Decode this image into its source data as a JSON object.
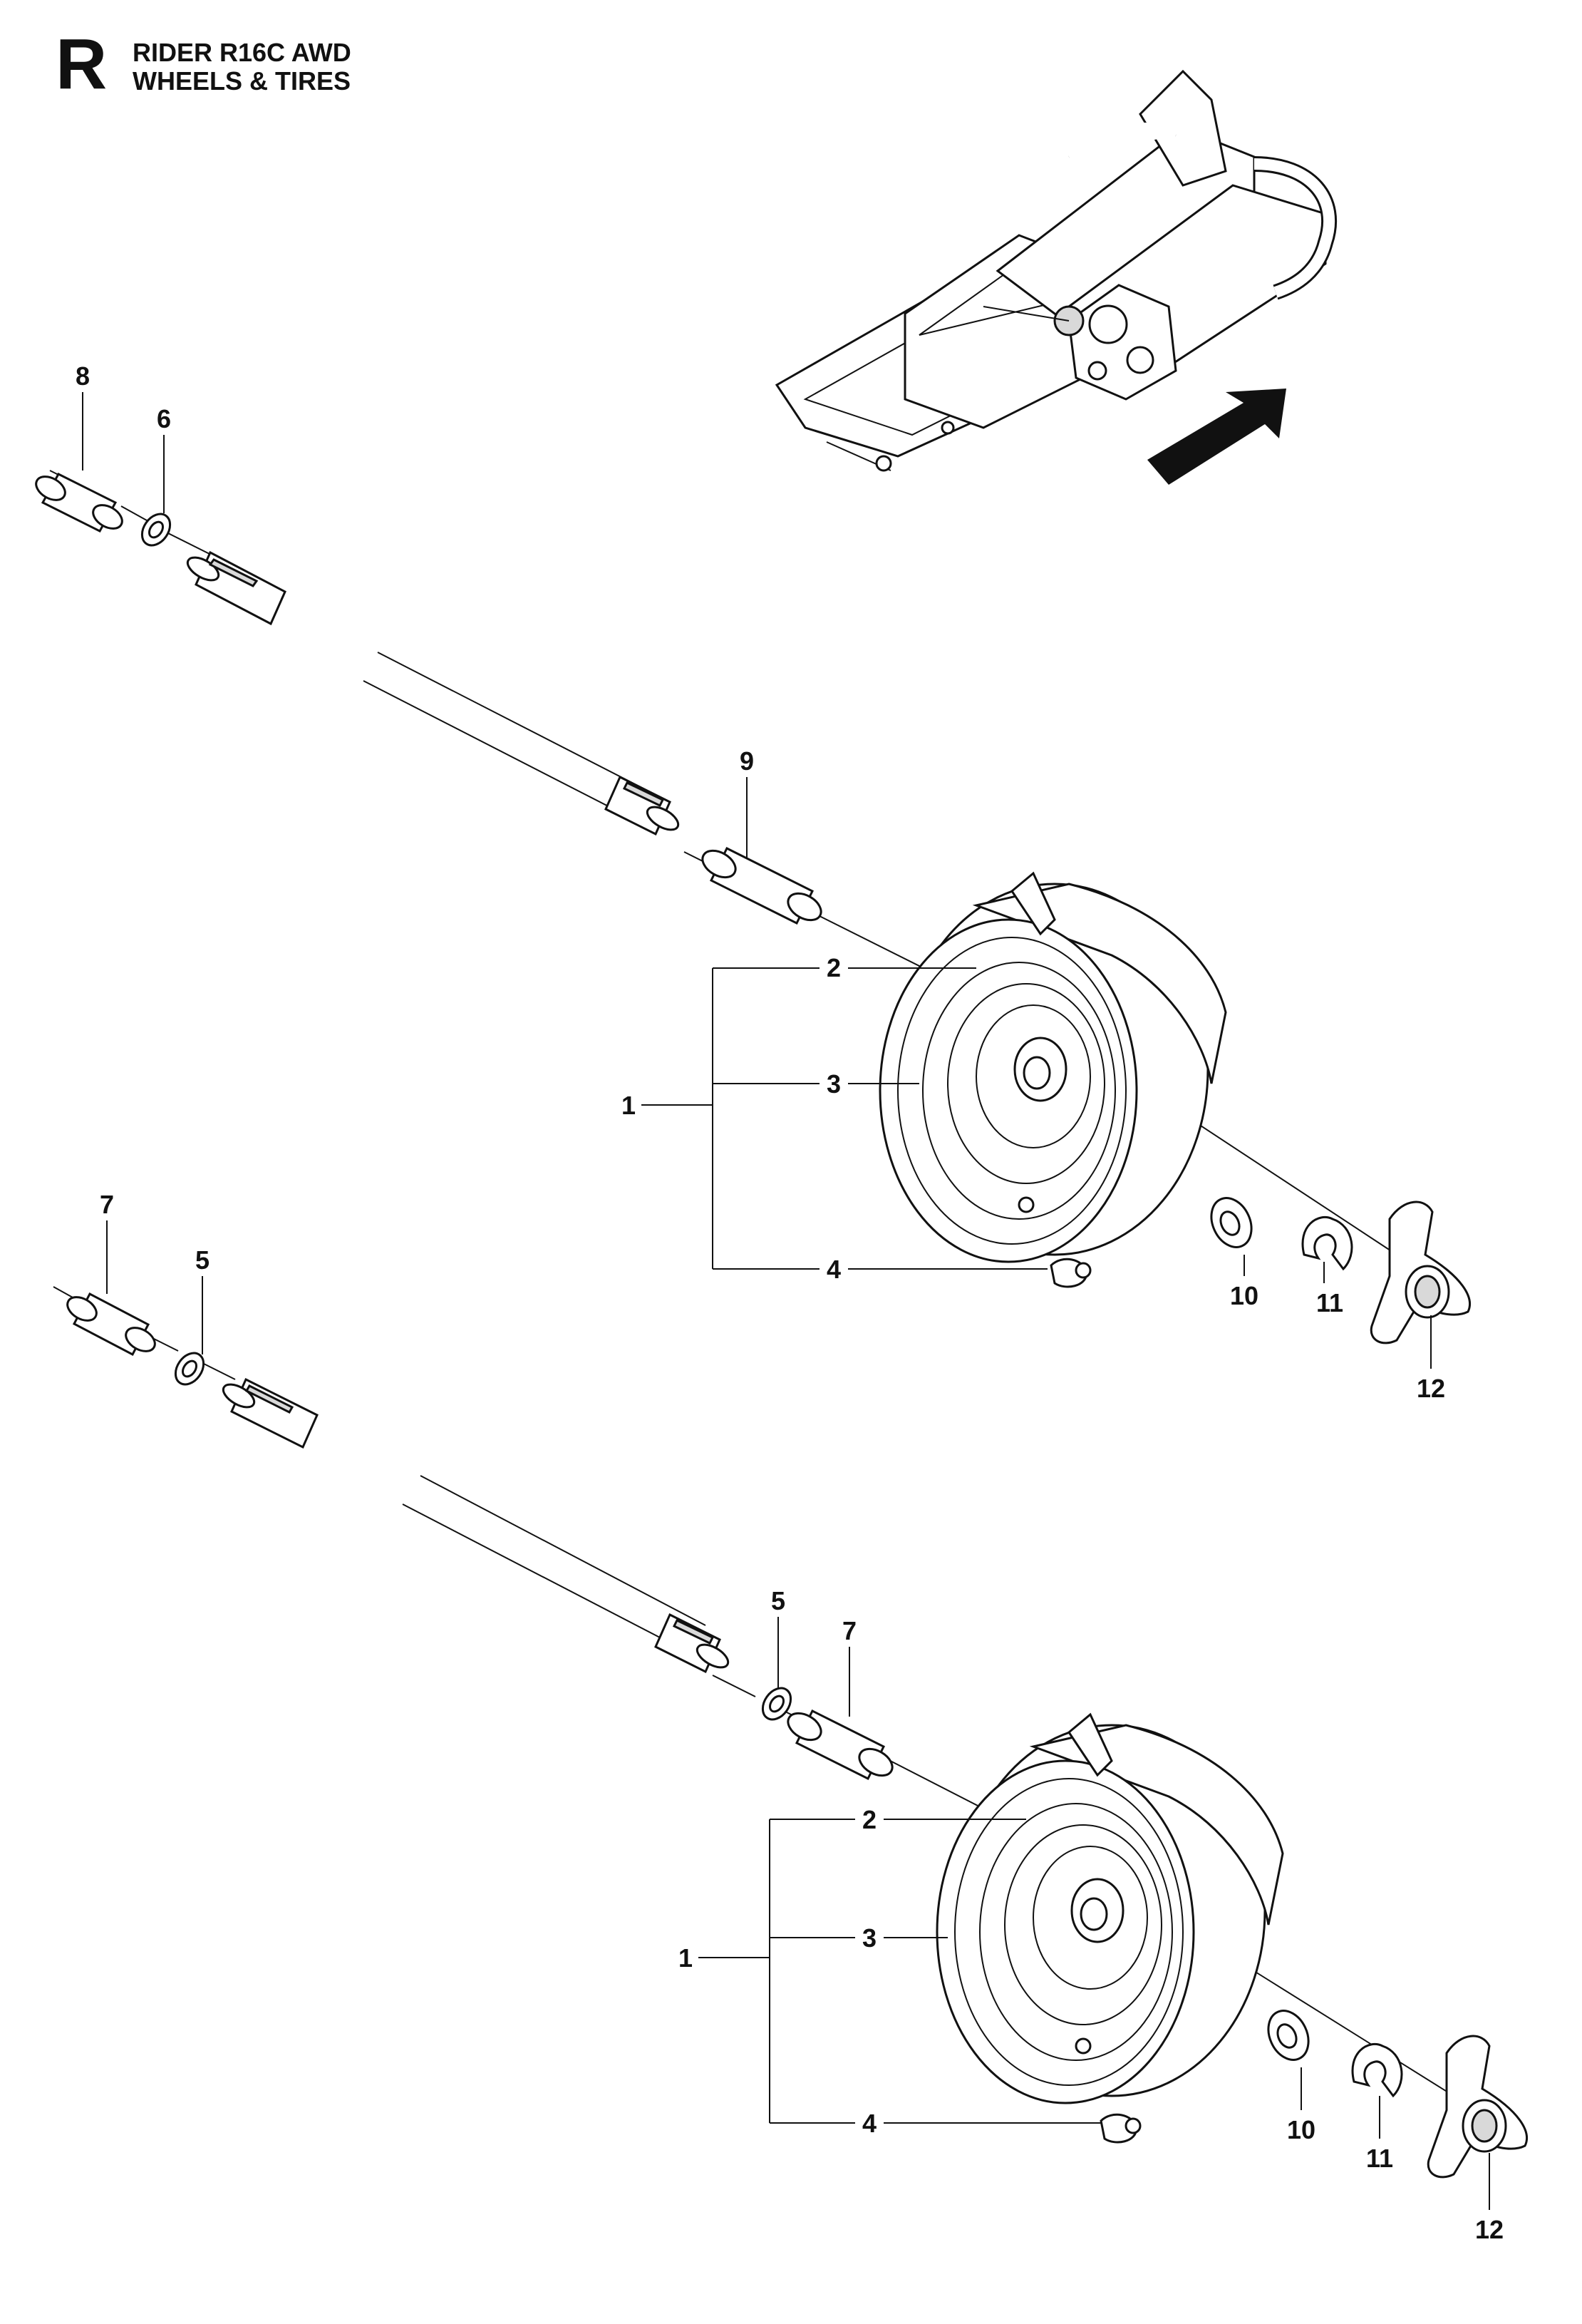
{
  "header": {
    "section_letter": "R",
    "title_line1": "RIDER R16C AWD",
    "title_line2": "WHEELS & TIRES"
  },
  "callouts": {
    "upper": {
      "p1": "1",
      "p2": "2",
      "p3": "3",
      "p4": "4",
      "p6": "6",
      "p8": "8",
      "p9": "9",
      "p10": "10",
      "p11": "11",
      "p12": "12"
    },
    "middle": {
      "p7": "7",
      "p5": "5"
    },
    "lower": {
      "p1": "1",
      "p2": "2",
      "p3": "3",
      "p4": "4",
      "p5": "5",
      "p7": "7",
      "p10": "10",
      "p11": "11",
      "p12": "12"
    }
  },
  "icons": {
    "direction_arrow": "arrow-upper-right-icon",
    "frame": "rider-frame-icon"
  }
}
